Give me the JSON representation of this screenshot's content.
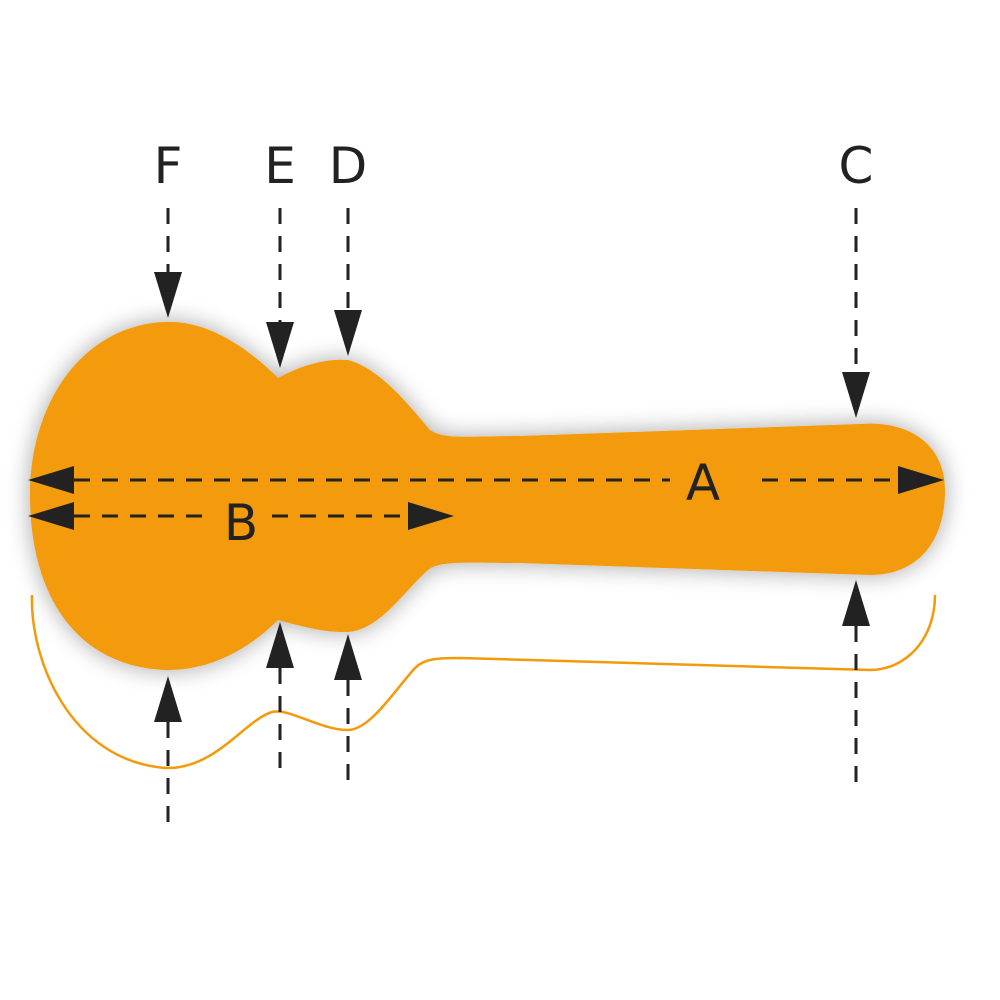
{
  "colors": {
    "case_fill": "#f39a0a",
    "outline": "#f39a0a",
    "ink": "#222222",
    "background": "#ffffff"
  },
  "labels": {
    "a": "A",
    "b": "B",
    "c": "C",
    "d": "D",
    "e": "E",
    "f": "F"
  }
}
